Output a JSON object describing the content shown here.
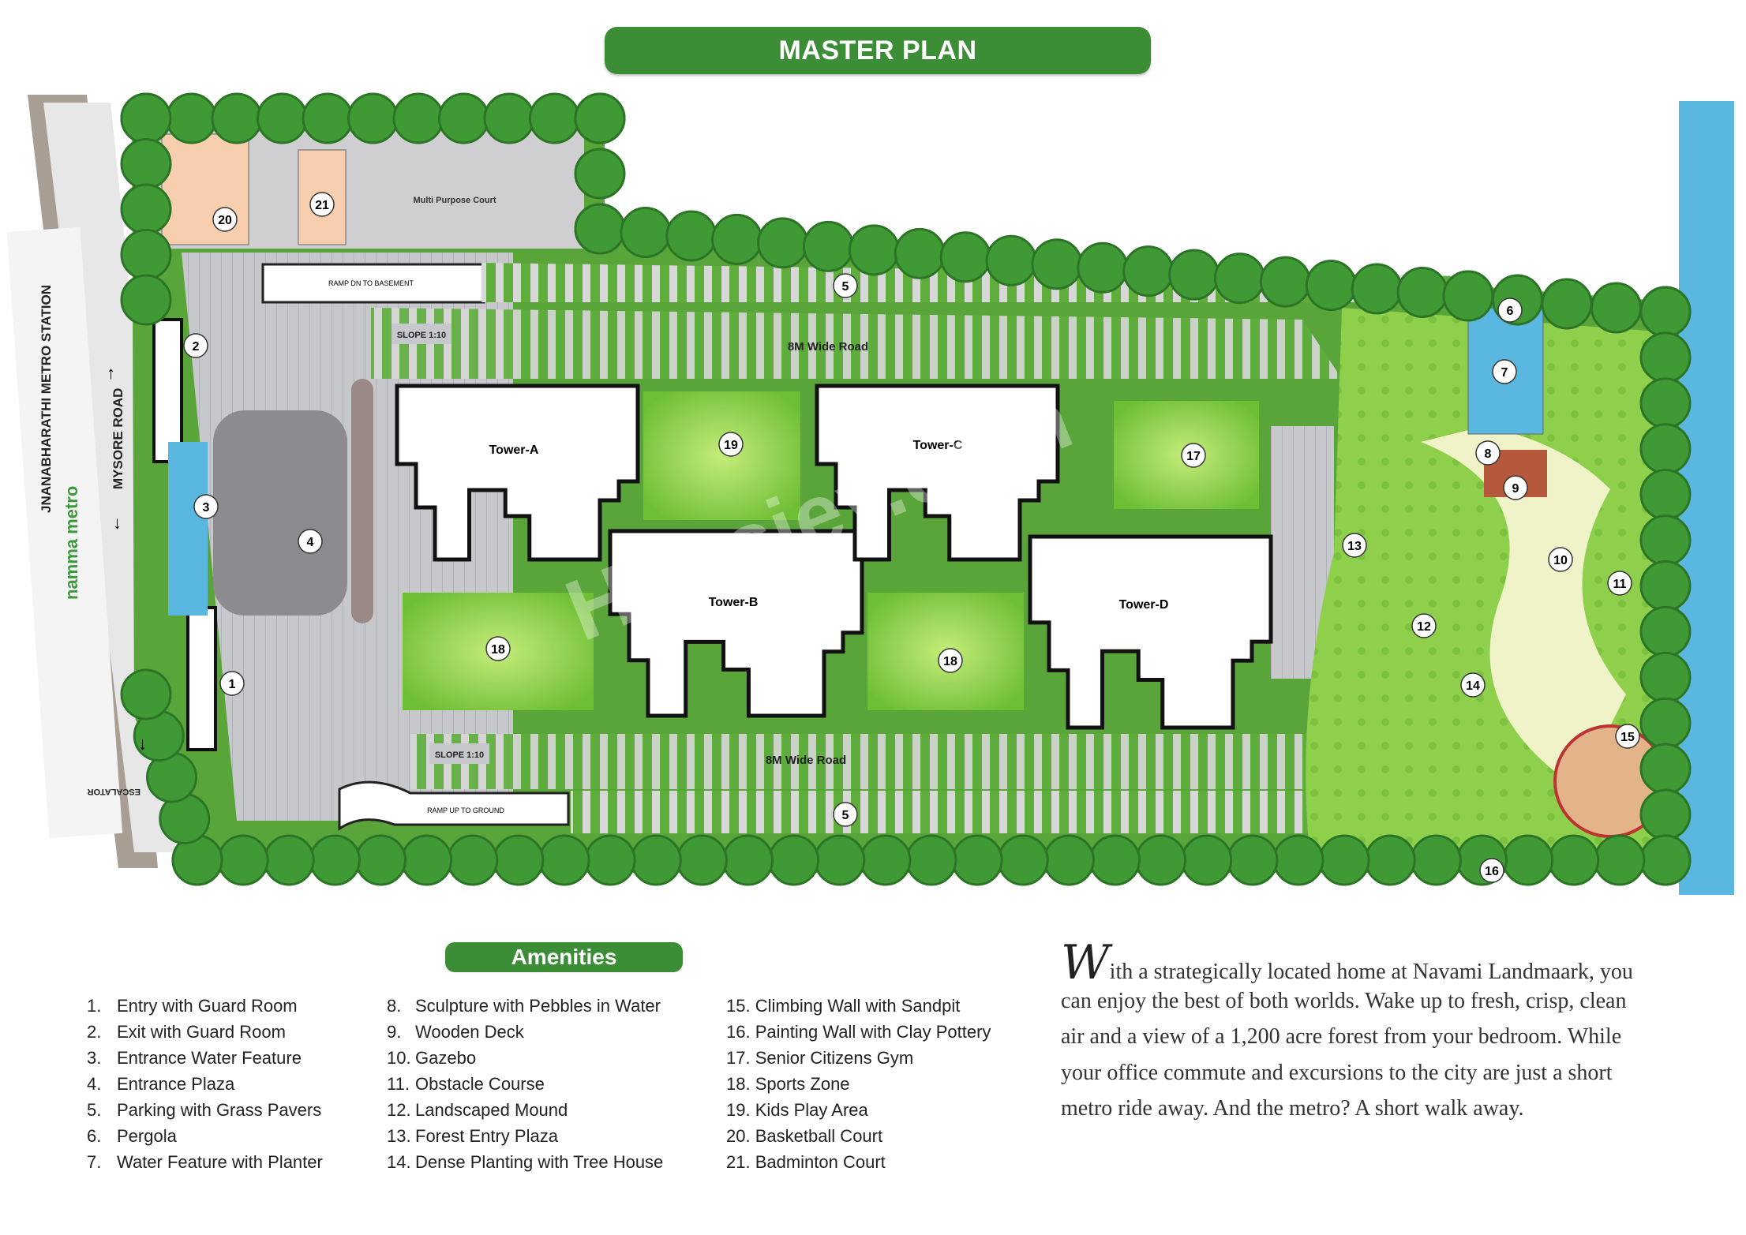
{
  "title": "MASTER PLAN",
  "map": {
    "station_label": "JNANABHARATHI METRO STATION",
    "road_label": "MYSORE ROAD",
    "metro_logo": "namma metro",
    "escalator_label": "ESCALATOR",
    "court_label": "Multi Purpose Court",
    "ramp_down": "RAMP DN TO BASEMENT",
    "ramp_up": "RAMP UP TO GROUND",
    "slope_label": "SLOPE 1:10",
    "road_top": "8M Wide Road",
    "road_bottom": "8M Wide Road",
    "towers": [
      "Tower-A",
      "Tower-B",
      "Tower-C",
      "Tower-D"
    ],
    "markers": [
      "1",
      "2",
      "3",
      "4",
      "5",
      "5",
      "6",
      "7",
      "8",
      "9",
      "10",
      "11",
      "12",
      "13",
      "14",
      "15",
      "16",
      "17",
      "18",
      "18",
      "19",
      "20",
      "21"
    ],
    "watermark": "Housiey.com"
  },
  "amenities": {
    "title": "Amenities",
    "col1": [
      {
        "n": "1.",
        "t": "Entry with Guard Room"
      },
      {
        "n": "2.",
        "t": "Exit with Guard Room"
      },
      {
        "n": "3.",
        "t": "Entrance Water Feature"
      },
      {
        "n": "4.",
        "t": "Entrance Plaza"
      },
      {
        "n": "5.",
        "t": "Parking with Grass Pavers"
      },
      {
        "n": "6.",
        "t": "Pergola"
      },
      {
        "n": "7.",
        "t": "Water Feature with Planter"
      }
    ],
    "col2": [
      {
        "n": "8.",
        "t": "Sculpture with Pebbles in Water"
      },
      {
        "n": "9.",
        "t": "Wooden Deck"
      },
      {
        "n": "10.",
        "t": "Gazebo"
      },
      {
        "n": "11.",
        "t": "Obstacle Course"
      },
      {
        "n": "12.",
        "t": "Landscaped Mound"
      },
      {
        "n": "13.",
        "t": "Forest Entry Plaza"
      },
      {
        "n": "14.",
        "t": "Dense Planting with Tree House"
      }
    ],
    "col3": [
      {
        "n": "",
        "t": "15. Climbing Wall with Sandpit"
      },
      {
        "n": "",
        "t": "16. Painting Wall with Clay Pottery"
      },
      {
        "n": "",
        "t": "17. Senior Citizens Gym"
      },
      {
        "n": "",
        "t": "18. Sports Zone"
      },
      {
        "n": "",
        "t": "19. Kids Play Area"
      },
      {
        "n": "",
        "t": "20. Basketball Court"
      },
      {
        "n": "",
        "t": "21. Badminton Court"
      }
    ]
  },
  "paragraph": {
    "cap": "W",
    "lines": [
      "ith a strategically located home at Navami Landmaark, you",
      "can enjoy the best of both worlds. Wake up to fresh, crisp, clean",
      "air and a view of a 1,200 acre forest from your bedroom. While",
      "your office commute and excursions to the city are just a short",
      "metro ride away. And the metro? A short walk away."
    ]
  },
  "colors": {
    "brand": "#3c8e36",
    "tree": "#3f9a35",
    "lawn": "#8fd14f",
    "paving": "#c9c9cc",
    "water": "#5ab8e0",
    "court": "#f7cfae"
  }
}
